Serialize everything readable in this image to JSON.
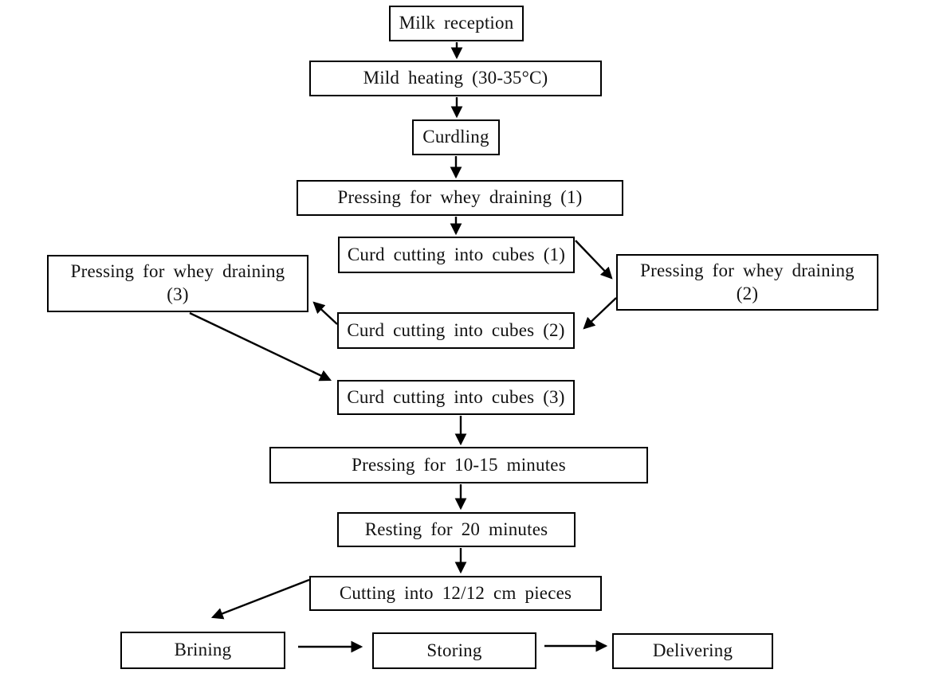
{
  "diagram": {
    "type": "flowchart",
    "colors": {
      "background": "#ffffff",
      "box_border": "#000000",
      "box_fill": "#ffffff",
      "text": "#111111",
      "arrow": "#000000"
    },
    "nodes": {
      "milk_reception": {
        "label": "Milk reception"
      },
      "mild_heating": {
        "label": "Mild heating (30-35°C)"
      },
      "curdling": {
        "label": "Curdling"
      },
      "pressing_whey_1": {
        "label": "Pressing for whey draining (1)"
      },
      "curd_cutting_1": {
        "label": "Curd cutting into cubes (1)"
      },
      "pressing_whey_2": {
        "label": "Pressing for whey draining (2)",
        "line1": "Pressing for whey draining",
        "line2": "(2)"
      },
      "pressing_whey_3": {
        "label": "Pressing for whey draining (3)",
        "line1": "Pressing for whey draining",
        "line2": "(3)"
      },
      "curd_cutting_2": {
        "label": "Curd cutting into cubes (2)"
      },
      "curd_cutting_3": {
        "label": "Curd cutting into cubes (3)"
      },
      "pressing_10_15": {
        "label": "Pressing for 10-15 minutes"
      },
      "resting_20": {
        "label": "Resting for 20 minutes"
      },
      "cutting_pieces": {
        "label": "Cutting into 12/12 cm pieces"
      },
      "brining": {
        "label": "Brining"
      },
      "storing": {
        "label": "Storing"
      },
      "delivering": {
        "label": "Delivering"
      }
    },
    "edges": [
      {
        "from": "milk_reception",
        "to": "mild_heating"
      },
      {
        "from": "mild_heating",
        "to": "curdling"
      },
      {
        "from": "curdling",
        "to": "pressing_whey_1"
      },
      {
        "from": "pressing_whey_1",
        "to": "curd_cutting_1"
      },
      {
        "from": "curd_cutting_1",
        "to": "pressing_whey_2"
      },
      {
        "from": "pressing_whey_2",
        "to": "curd_cutting_2"
      },
      {
        "from": "curd_cutting_2",
        "to": "pressing_whey_3"
      },
      {
        "from": "pressing_whey_3",
        "to": "curd_cutting_3"
      },
      {
        "from": "curd_cutting_3",
        "to": "pressing_10_15"
      },
      {
        "from": "pressing_10_15",
        "to": "resting_20"
      },
      {
        "from": "resting_20",
        "to": "cutting_pieces"
      },
      {
        "from": "cutting_pieces",
        "to": "brining"
      },
      {
        "from": "brining",
        "to": "storing"
      },
      {
        "from": "storing",
        "to": "delivering"
      }
    ]
  }
}
